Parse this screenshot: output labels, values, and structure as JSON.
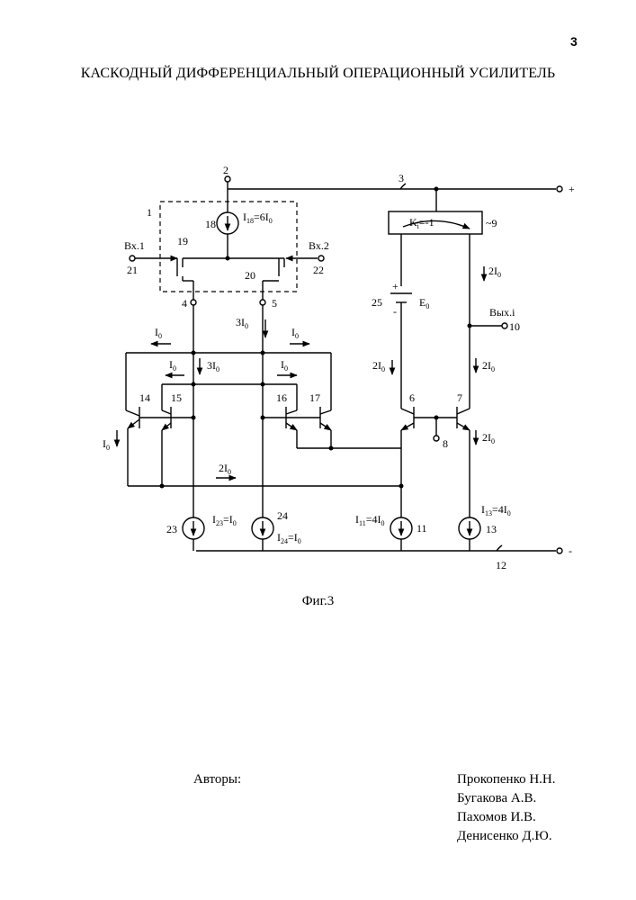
{
  "page_number": "3",
  "title": "КАСКОДНЫЙ ДИФФЕРЕНЦИАЛЬНЫЙ ОПЕРАЦИОННЫЙ УСИЛИТЕЛЬ",
  "figure_caption": "Фиг.3",
  "authors_label": "Авторы:",
  "authors": [
    "Прокопенко Н.Н.",
    "Бугакова А.В.",
    "Пахомов И.В.",
    "Денисенко Д.Ю."
  ],
  "circuit": {
    "node_labels": {
      "n1": "1",
      "n2": "2",
      "n3": "3",
      "n4": "4",
      "n5": "5",
      "n6": "6",
      "n7": "7",
      "n8": "8",
      "n9": "9",
      "n10": "10",
      "n11": "11",
      "n12": "12",
      "n13": "13",
      "n14": "14",
      "n15": "15",
      "n16": "16",
      "n17": "17",
      "n18": "18",
      "n19": "19",
      "n20": "20",
      "n21": "21",
      "n22": "22",
      "n23": "23",
      "n24": "24",
      "n25": "25"
    },
    "inputs": {
      "in1": "Вх.1",
      "in2": "Вх.2"
    },
    "output": "Вых.i",
    "rails": {
      "plus": "+",
      "minus": "-"
    },
    "block9": {
      "gain_main": "K",
      "gain_sub": "i",
      "gain_rest": "=-1"
    },
    "battery": {
      "name_main": "E",
      "name_sub": "0",
      "plus": "+",
      "minus": "-"
    },
    "sources": {
      "s18": {
        "main": "I",
        "sub": "18",
        "rest": "=6I",
        "sub2": "0"
      },
      "s23": {
        "main": "I",
        "sub": "23",
        "rest": "=I",
        "sub2": "0"
      },
      "s24": {
        "main": "I",
        "sub": "24",
        "rest": "=I",
        "sub2": "0"
      },
      "s11": {
        "main": "I",
        "sub": "11",
        "rest": "=4I",
        "sub2": "0"
      },
      "s13": {
        "main": "I",
        "sub": "13",
        "rest": "=4I",
        "sub2": "0"
      }
    },
    "currents": {
      "c3I0_a": {
        "main": "3I",
        "sub": "0"
      },
      "c3I0_b": {
        "main": "3I",
        "sub": "0"
      },
      "cI0_a": {
        "main": "I",
        "sub": "0"
      },
      "cI0_b": {
        "main": "I",
        "sub": "0"
      },
      "cI0_c": {
        "main": "I",
        "sub": "0"
      },
      "cI0_d": {
        "main": "I",
        "sub": "0"
      },
      "cI0_e": {
        "main": "I",
        "sub": "0"
      },
      "c2I0_a": {
        "main": "2I",
        "sub": "0"
      },
      "c2I0_b": {
        "main": "2I",
        "sub": "0"
      },
      "c2I0_c": {
        "main": "2I",
        "sub": "0"
      },
      "c2I0_d": {
        "main": "2I",
        "sub": "0"
      },
      "c2I0_e": {
        "main": "2I",
        "sub": "0"
      }
    }
  }
}
